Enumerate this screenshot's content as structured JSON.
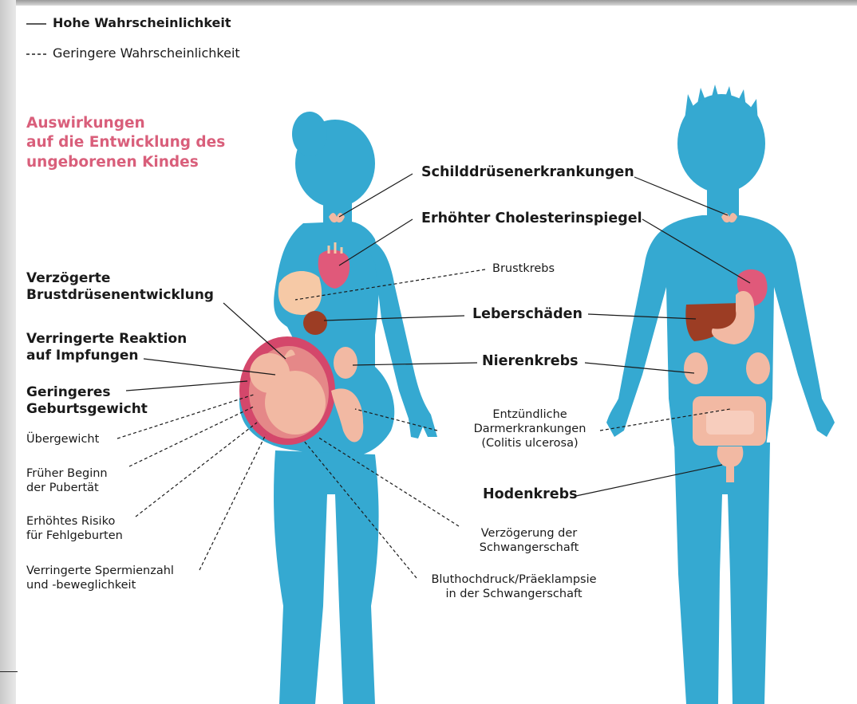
{
  "legend": {
    "solid_label": "Hohe Wahrscheinlichkeit",
    "dashed_label": "Geringere Wahrscheinlichkeit"
  },
  "title": {
    "line1": "Auswirkungen",
    "line2": "auf die Entwicklung des",
    "line3": "ungeborenen Kindes"
  },
  "center_labels": {
    "thyroid": "Schilddrüsenerkrankungen",
    "cholesterol": "Erhöhter Cholesterinspiegel",
    "breast_cancer": "Brustkrebs",
    "liver": "Leberschäden",
    "kidney": "Nierenkrebs",
    "colitis": "Entzündliche\nDarmerkrankungen\n(Colitis ulcerosa)",
    "testicular": "Hodenkrebs",
    "pregnancy_delay": "Verzögerung der\nSchwangerschaft",
    "preeclampsia": "Bluthochdruck/Präeklampsie\nin der Schwangerschaft"
  },
  "left_labels": {
    "breast_dev": "Verzögerte\nBrustdrüsenentwicklung",
    "vaccination": "Verringerte Reaktion\nauf Impfungen",
    "birth_weight": "Geringeres\nGeburtsgewicht",
    "overweight": "Übergewicht",
    "puberty": "Früher Beginn\nder Pubertät",
    "miscarriage": "Erhöhtes Risiko\nfür Fehlgeburten",
    "sperm": "Verringerte Spermienzahl\nund -beweglichkeit"
  },
  "colors": {
    "body": "#35a9d1",
    "title_pink": "#d95f7b",
    "organ_pink": "#e0597a",
    "skin": "#f2b9a3",
    "liver": "#9c3d24",
    "breast": "#f6c9a6",
    "frame": "#bdbdbd"
  }
}
